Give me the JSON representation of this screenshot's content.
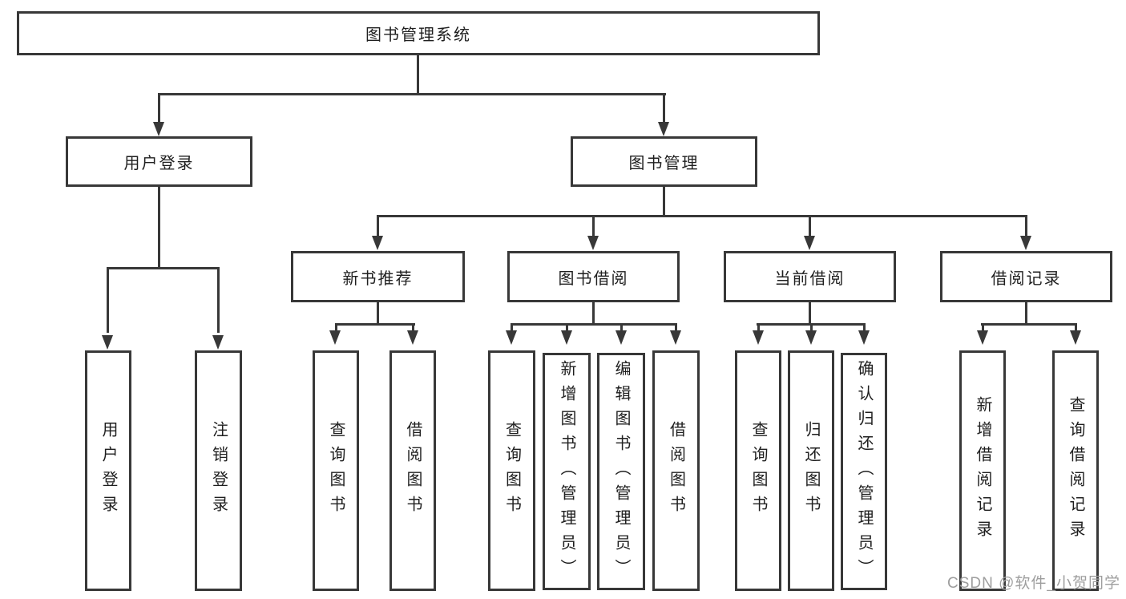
{
  "tree": {
    "label": "图书管理系统",
    "children": [
      {
        "label": "用户登录",
        "children": [
          {
            "label": "用户登录"
          },
          {
            "label": "注销登录"
          }
        ]
      },
      {
        "label": "图书管理",
        "children": [
          {
            "label": "新书推荐",
            "children": [
              {
                "label": "查询图书"
              },
              {
                "label": "借阅图书"
              }
            ]
          },
          {
            "label": "图书借阅",
            "children": [
              {
                "label": "查询图书"
              },
              {
                "label": "新增图书（管理员）"
              },
              {
                "label": "编辑图书（管理员）"
              },
              {
                "label": "借阅图书"
              }
            ]
          },
          {
            "label": "当前借阅",
            "children": [
              {
                "label": "查询图书"
              },
              {
                "label": "归还图书"
              },
              {
                "label": "确认归还（管理员）"
              }
            ]
          },
          {
            "label": "借阅记录",
            "children": [
              {
                "label": "新增借阅记录"
              },
              {
                "label": "查询借阅记录"
              }
            ]
          }
        ]
      }
    ]
  },
  "watermark": {
    "text": "CSDN @软件_小贺同学"
  },
  "colors": {
    "line": "#383838",
    "text": "#1f1f1f",
    "watermark": "#9e9e9e",
    "bg": "#ffffff"
  }
}
